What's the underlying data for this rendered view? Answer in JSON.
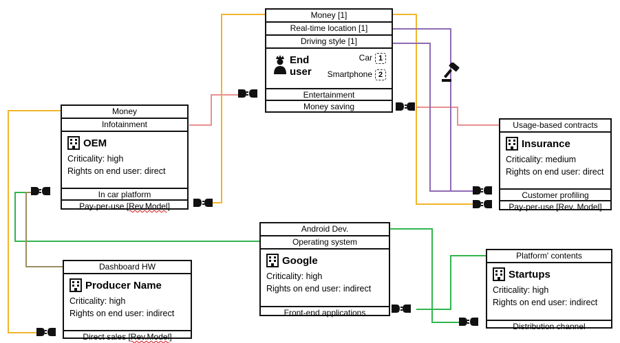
{
  "colors": {
    "money": "#f2b52a",
    "entertainment": "#e9918f",
    "data": "#8e6ab3",
    "software": "#31b54d",
    "hardware": "#9a8d5e"
  },
  "end_user": {
    "rows_top": [
      "Money [1]",
      "Real-time location [1]",
      "Driving style [1]"
    ],
    "title": "End user",
    "title_line1": "End",
    "title_line2": "user",
    "devices": [
      {
        "label": "Car",
        "num": "1"
      },
      {
        "label": "Smartphone",
        "num": "2"
      }
    ],
    "rows_bottom": [
      "Entertainment",
      "Money saving"
    ]
  },
  "oem": {
    "rows_top": [
      "Money",
      "Infotainment"
    ],
    "title": "OEM",
    "criticality": "Criticality: high",
    "rights": "Rights on end user: direct",
    "rows_bottom": [
      "In car platform",
      "Pay-per-use",
      "[Rev.Model]"
    ]
  },
  "insurance": {
    "rows_top": [
      "Usage-based contracts"
    ],
    "title": "Insurance",
    "criticality": "Criticality: medium",
    "rights": "Rights on end user: direct",
    "rows_bottom": [
      "Customer profiling",
      "Pay-per-use [Rev. Model]"
    ]
  },
  "google": {
    "rows_top": [
      "Android Dev.",
      "Operating system"
    ],
    "title": "Google",
    "criticality": "Criticality: high",
    "rights": "Rights on end user: indirect",
    "rows_bottom": [
      "Front-end applications"
    ]
  },
  "producer": {
    "rows_top": [
      "Dashboard HW"
    ],
    "title": "Producer Name",
    "criticality": "Criticality: high",
    "rights": "Rights on end user: indirect",
    "rows_bottom": [
      "Direct sales",
      "[Rev.Model]"
    ]
  },
  "startups": {
    "rows_top": [
      "Platform' contents"
    ],
    "title": "Startups",
    "criticality": "Criticality: high",
    "rights": "Rights on end user: indirect",
    "rows_bottom": [
      "Distribution channel"
    ]
  },
  "icons": [
    "person-icon",
    "building-icon",
    "plug-icon",
    "gavel-icon",
    "device-badge-icon"
  ]
}
